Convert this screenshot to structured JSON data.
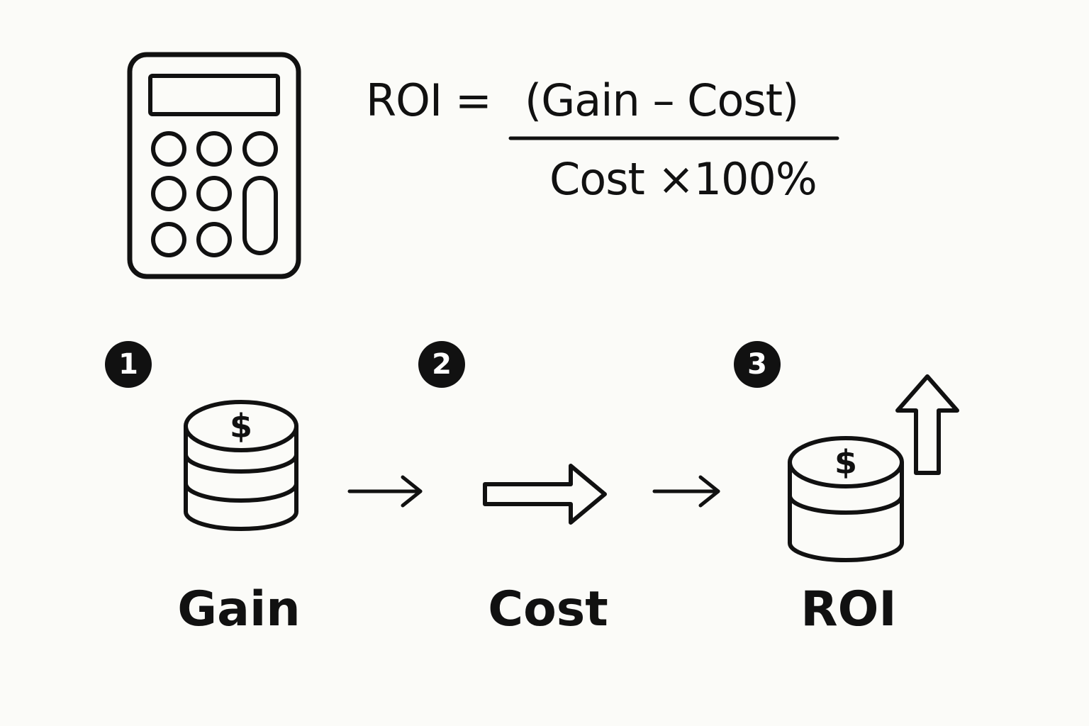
{
  "colors": {
    "ink": "#111111",
    "background": "#FBFBF8",
    "badge_text": "#FFFFFF"
  },
  "formula": {
    "lhs": "ROI =",
    "numerator": "(Gain – Cost)",
    "denominator": "Cost ×100%"
  },
  "steps": [
    {
      "number": "1",
      "label": "Gain",
      "icon": "coin-stack-icon"
    },
    {
      "number": "2",
      "label": "Cost",
      "icon": "block-arrow-right-icon"
    },
    {
      "number": "3",
      "label": "ROI",
      "icon": "coin-stack-up-arrow-icon"
    }
  ],
  "icons": {
    "calculator": "calculator-icon",
    "connector": "thin-arrow-right-icon",
    "increase": "arrow-up-icon",
    "currency": "dollar-sign"
  },
  "currency_symbol": "$"
}
